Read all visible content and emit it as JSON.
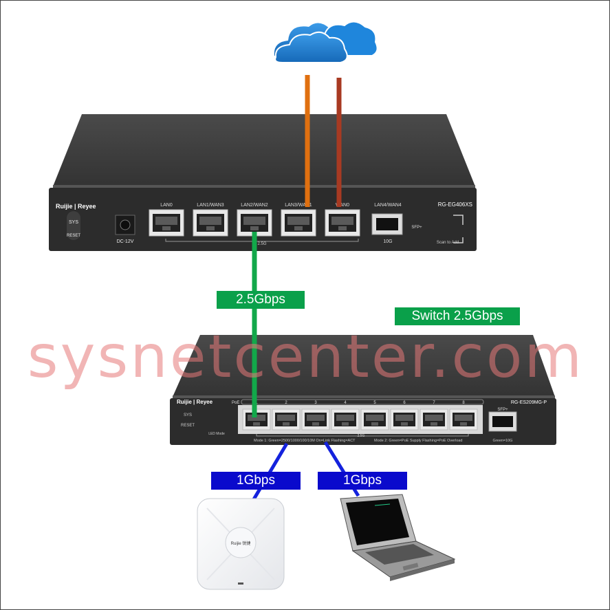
{
  "router": {
    "brand": "Ruijie | Reyee",
    "model": "RG-EG406XS",
    "sys_label": "SYS",
    "reset_label": "RESET",
    "dc_label": "DC⋅12V",
    "ports": [
      "LAN0",
      "LAN1/WAN3",
      "LAN2/WAN2",
      "LAN3/WAN1",
      "WAN0"
    ],
    "speed_bracket": "2.5G",
    "sfp_label": "LAN4/WAN4",
    "sfp_speed": "10G",
    "sfp_plus": "SFP+",
    "scan_label": "Scan to Add"
  },
  "switch": {
    "brand": "Ruijie | Reyee",
    "model": "RG-ES209MG-P",
    "poe_label": "PoE",
    "port_numbers": [
      "1",
      "2",
      "3",
      "4",
      "5",
      "6",
      "7",
      "8"
    ],
    "sys_label": "SYS",
    "reset_label": "RESET",
    "led_mode": "LED Mode",
    "speed_bracket": "2.5G",
    "mode1_text": "Mode 1: Green=2500/1000/100/10M  On=Link  Flashing=ACT",
    "mode2_text": "Mode 2: Green=PoE Supply  Flashing=PoE Overload",
    "sfp_plus": "SFP+",
    "sfp_note": "Green=10G"
  },
  "labels": {
    "uplink_speed": "2.5Gbps",
    "switch_speed": "Switch 2.5Gbps",
    "ap_speed": "1Gbps",
    "laptop_speed": "1Gbps"
  },
  "ap": {
    "brand": "Ruijie 锐捷"
  },
  "watermark": "sysnetcenter.com",
  "colors": {
    "green_label": "#0aa04a",
    "blue_label": "#0a0acc",
    "cable_green": "#12a84a",
    "cable_blue": "#1422dd",
    "cable_orange": "#e07010",
    "cable_brown": "#a83a22",
    "cloud": "#1a7fd0"
  }
}
